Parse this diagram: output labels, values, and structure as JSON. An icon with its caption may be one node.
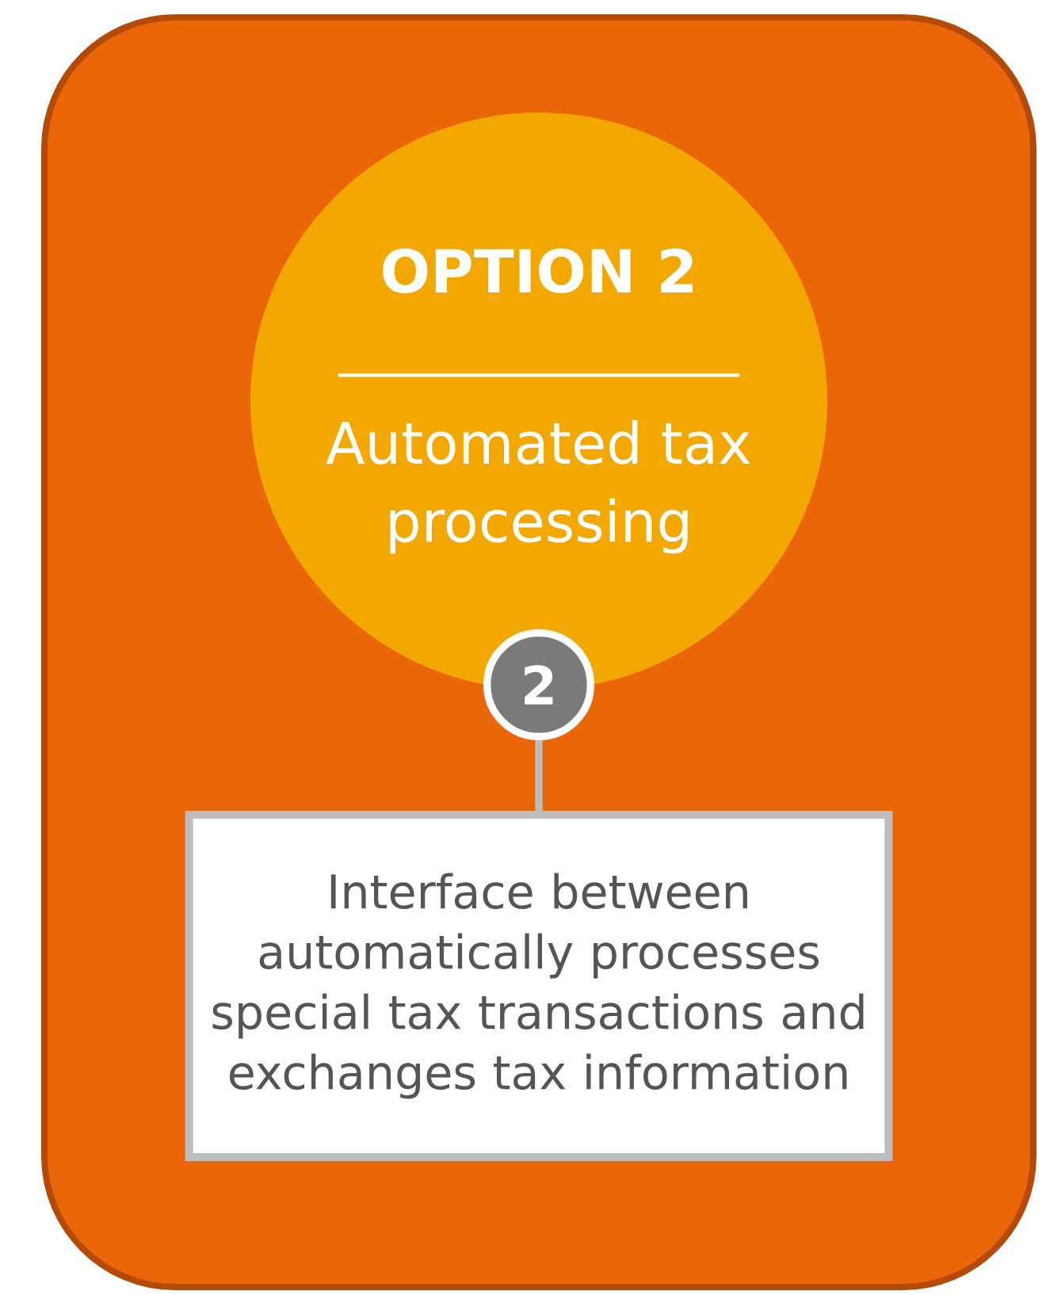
{
  "diagram": {
    "nodes": [
      {
        "text": [
          "OPTION 2",
          "Automated tax processing"
        ]
      },
      {
        "text": [
          "2"
        ]
      },
      {
        "text": [
          "Interface between automatically processes special tax transactions and exchanges tax information"
        ]
      }
    ],
    "edges": [
      {
        "from": 1,
        "to": 2,
        "arrow": "none"
      }
    ]
  }
}
